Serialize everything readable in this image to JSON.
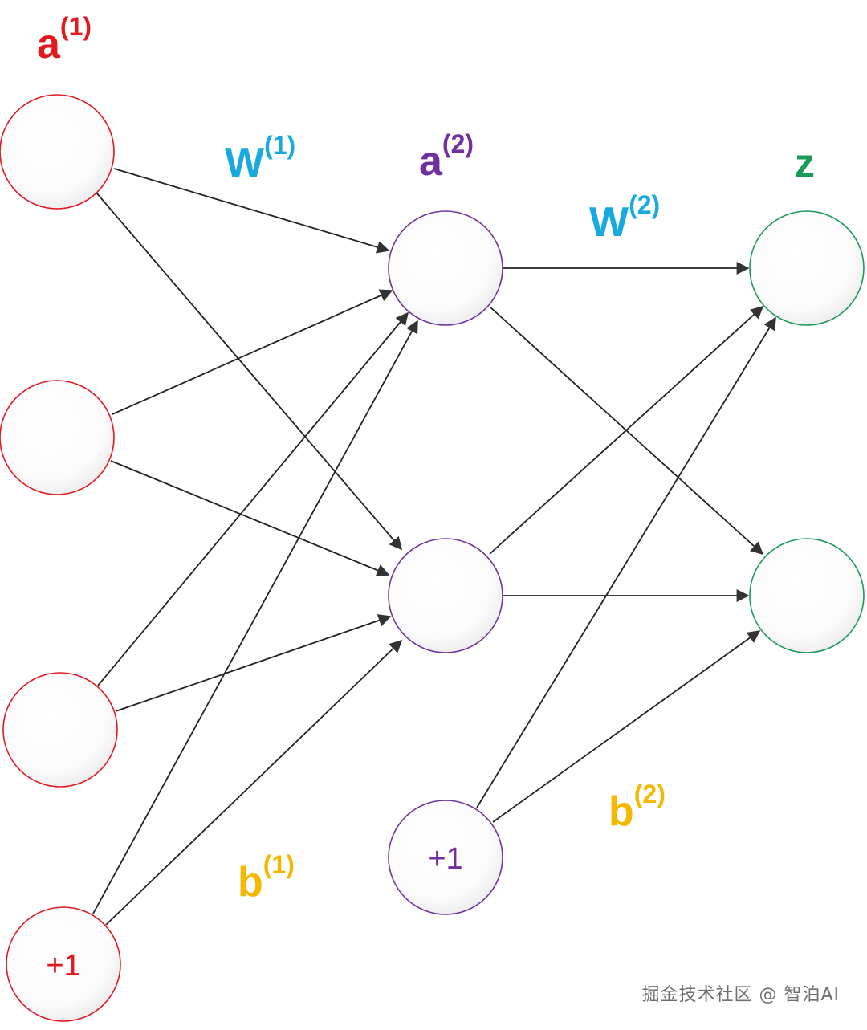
{
  "title": "Two-layer neural network",
  "labels": {
    "a1": {
      "base": "a",
      "sup": "(1)"
    },
    "w1": {
      "base": "W",
      "sup": "(1)"
    },
    "a2": {
      "base": "a",
      "sup": "(2)"
    },
    "w2": {
      "base": "W",
      "sup": "(2)"
    },
    "z": {
      "base": "z"
    },
    "b1": {
      "base": "b",
      "sup": "(1)"
    },
    "b2": {
      "base": "b",
      "sup": "(2)"
    }
  },
  "nodes": {
    "input_bias": "+1",
    "hidden_bias": "+1"
  },
  "colors": {
    "input": "#e2191f",
    "weight": "#18a9e1",
    "hidden": "#7030a0",
    "output": "#1a9a57",
    "bias": "#f5b800",
    "edge": "#222222"
  },
  "watermark": "掘金技术社区 @ 智泊AI"
}
